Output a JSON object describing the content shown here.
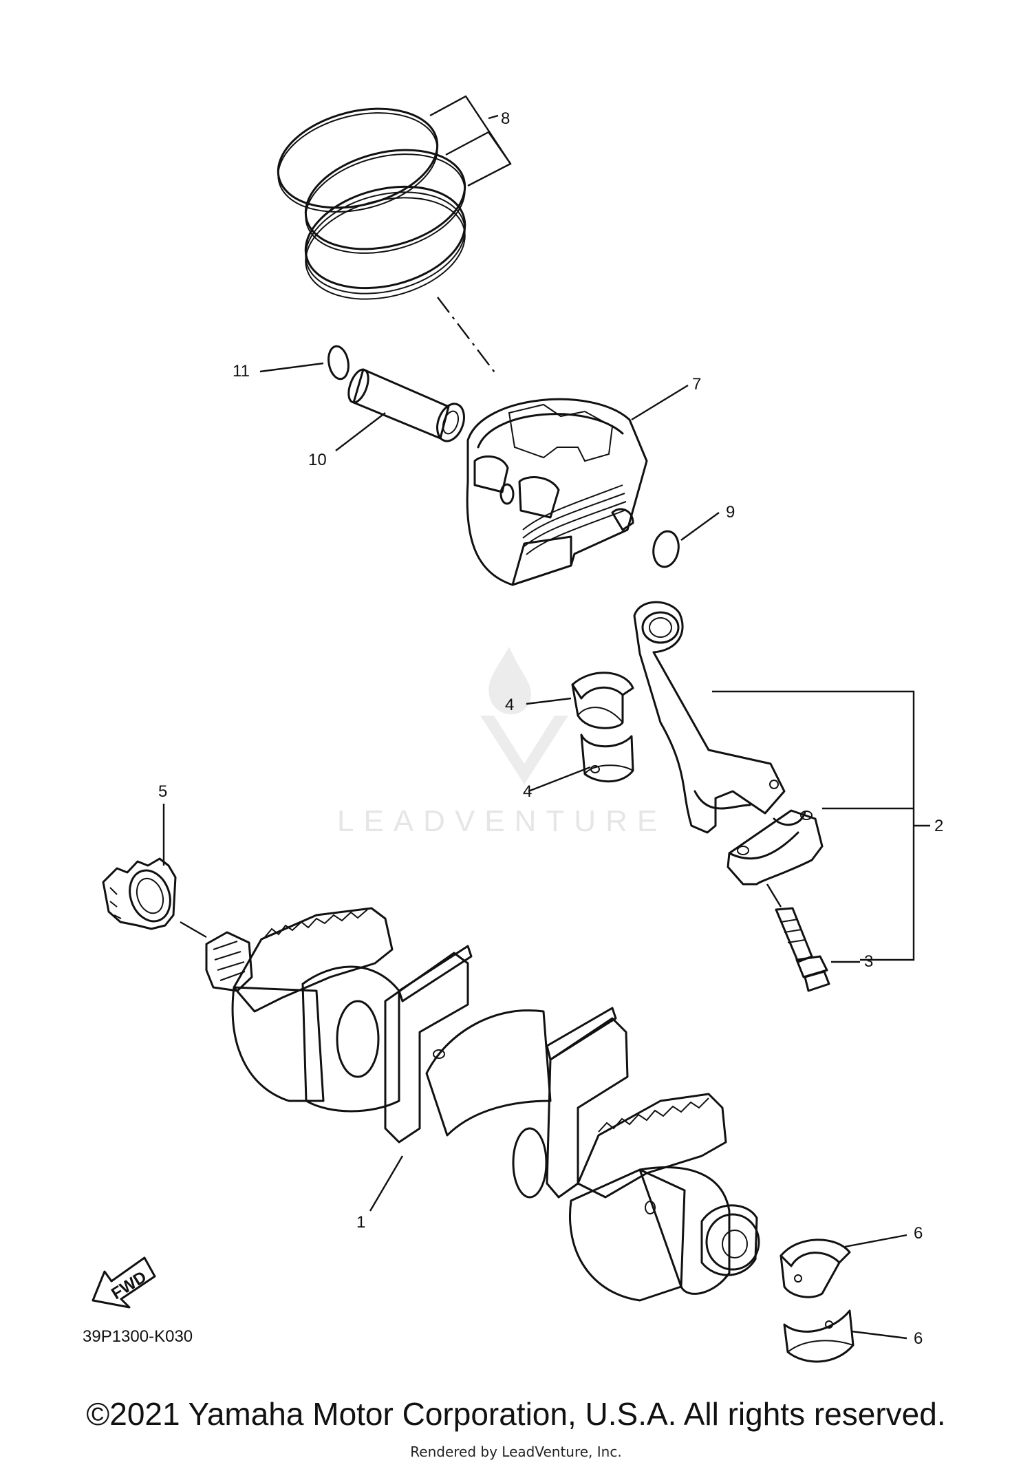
{
  "diagram": {
    "watermark": "LEADVENTURE",
    "diagram_code": "39P1300-K030",
    "fwd_label": "FWD",
    "callouts": {
      "c1": "1",
      "c2": "2",
      "c3": "3",
      "c4a": "4",
      "c4b": "4",
      "c5": "5",
      "c6a": "6",
      "c6b": "6",
      "c7": "7",
      "c8": "8",
      "c9": "9",
      "c10": "10",
      "c11": "11"
    }
  },
  "footer": {
    "copyright": "©2021 Yamaha Motor Corporation, U.S.A. All rights reserved.",
    "rendered_by": "Rendered by LeadVenture, Inc."
  }
}
